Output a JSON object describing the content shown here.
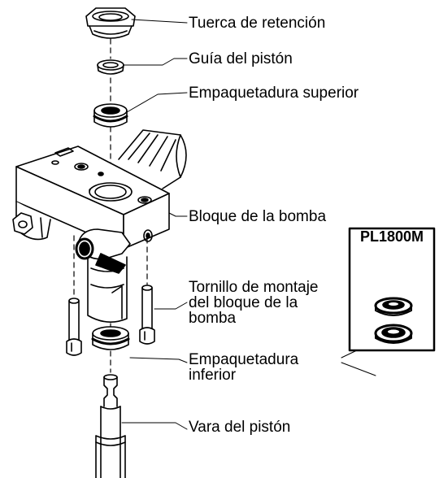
{
  "labels": {
    "retaining_nut": "Tuerca de retención",
    "piston_guide": "Guía del pistón",
    "upper_packing": "Empaquetadura superior",
    "pump_block": "Bloque de la bomba",
    "mounting_screw_line1": "Tornillo de montaje",
    "mounting_screw_line2": "del bloque de la",
    "mounting_screw_line3": "bomba",
    "lower_packing_line1": "Empaquetadura",
    "lower_packing_line2": "inferior",
    "piston_rod": "Vara del pistón"
  },
  "inset": {
    "model": "PL1800M"
  }
}
